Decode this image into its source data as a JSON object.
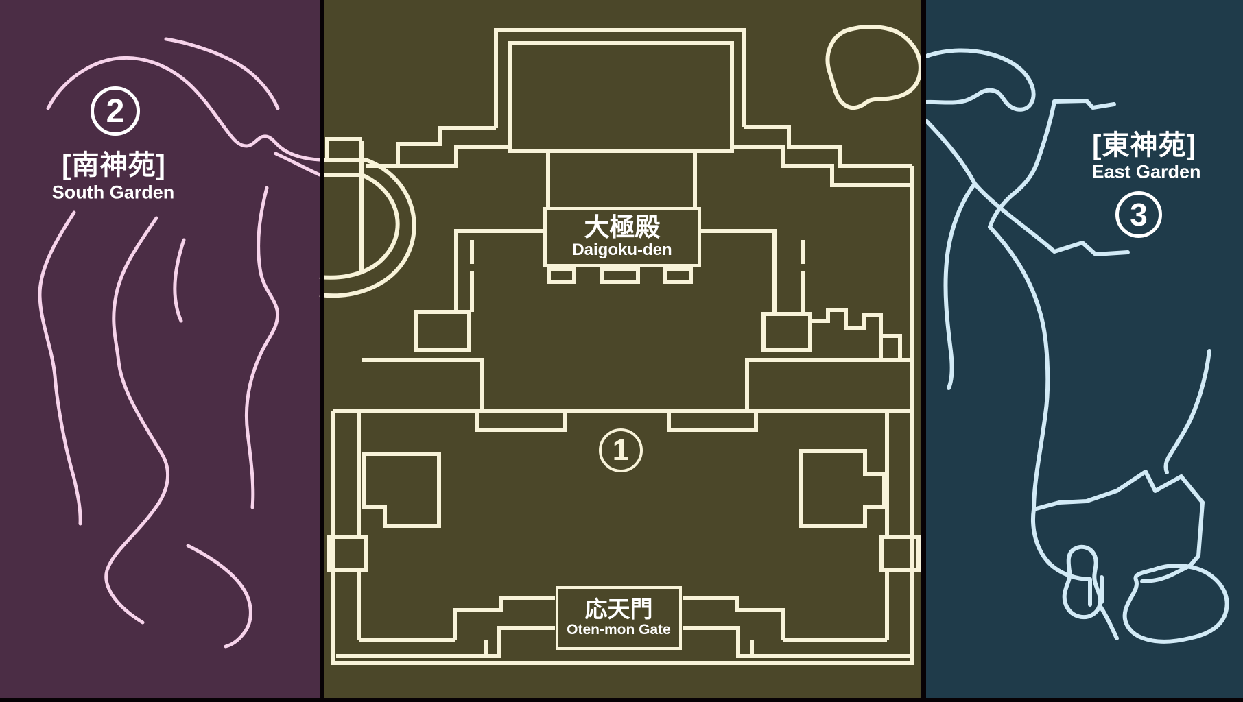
{
  "south_garden": {
    "number": "2",
    "name_ja": "[南神苑]",
    "name_en": "South Garden",
    "background_color": "#4b2d45",
    "path_color": "#f6d3ea"
  },
  "main_area": {
    "number": "1",
    "background_color": "#4b4729",
    "line_color": "#f8f3d9",
    "daigokuden": {
      "name_ja": "大極殿",
      "name_en": "Daigoku-den"
    },
    "otenmon": {
      "name_ja": "応天門",
      "name_en": "Oten-mon Gate"
    }
  },
  "east_garden": {
    "number": "3",
    "name_ja": "[東神苑]",
    "name_en": "East Garden",
    "background_color": "#1f3b4a",
    "path_color": "#d2eaf6"
  },
  "text_color": "#ffffff"
}
